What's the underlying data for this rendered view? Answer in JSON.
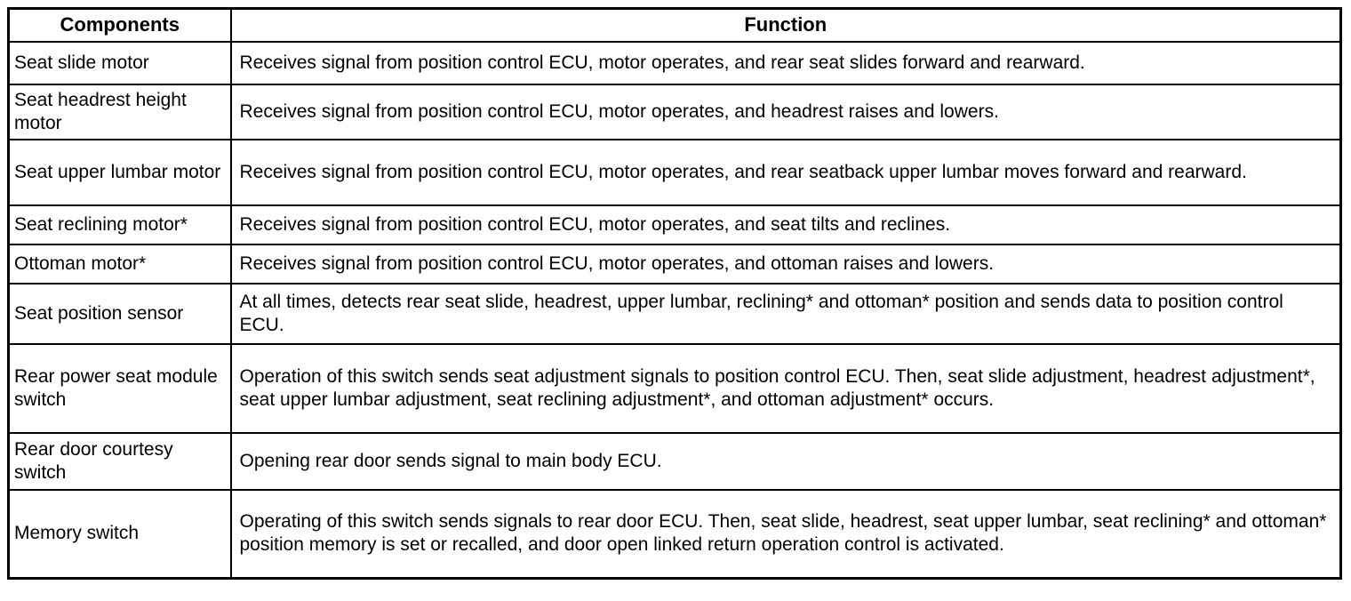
{
  "table": {
    "headers": {
      "components": "Components",
      "function": "Function"
    },
    "rows": [
      {
        "component": "Seat slide motor",
        "function": "Receives signal from position control ECU, motor operates, and rear seat slides forward and rearward."
      },
      {
        "component": "Seat headrest height motor",
        "function": "Receives signal from position control ECU, motor operates, and headrest raises and lowers."
      },
      {
        "component": "Seat upper lumbar motor",
        "function": "Receives signal from position control ECU, motor operates, and rear seatback upper lumbar moves forward and rearward."
      },
      {
        "component": "Seat reclining motor*",
        "function": "Receives signal from position control ECU, motor operates, and seat tilts and reclines."
      },
      {
        "component": "Ottoman motor*",
        "function": "Receives signal from position control ECU, motor operates, and ottoman raises and lowers."
      },
      {
        "component": "Seat position sensor",
        "function": "At all times, detects rear seat slide, headrest, upper lumbar, reclining* and ottoman* position and sends data to position control ECU."
      },
      {
        "component": "Rear power seat module switch",
        "function": "Operation of this switch sends seat adjustment signals to position control ECU. Then, seat slide adjustment, headrest adjustment*, seat upper lumbar adjustment, seat reclining adjustment*, and ottoman adjustment* occurs."
      },
      {
        "component": "Rear door courtesy switch",
        "function": "Opening rear door sends signal to main body ECU."
      },
      {
        "component": "Memory switch",
        "function": "Operating of this switch sends signals to rear door ECU. Then, seat slide, headrest, seat upper lumbar, seat reclining* and ottoman* position memory is set or recalled, and door open linked return operation control is activated."
      }
    ]
  },
  "colors": {
    "border": "#000000",
    "background": "#ffffff",
    "text": "#000000"
  }
}
